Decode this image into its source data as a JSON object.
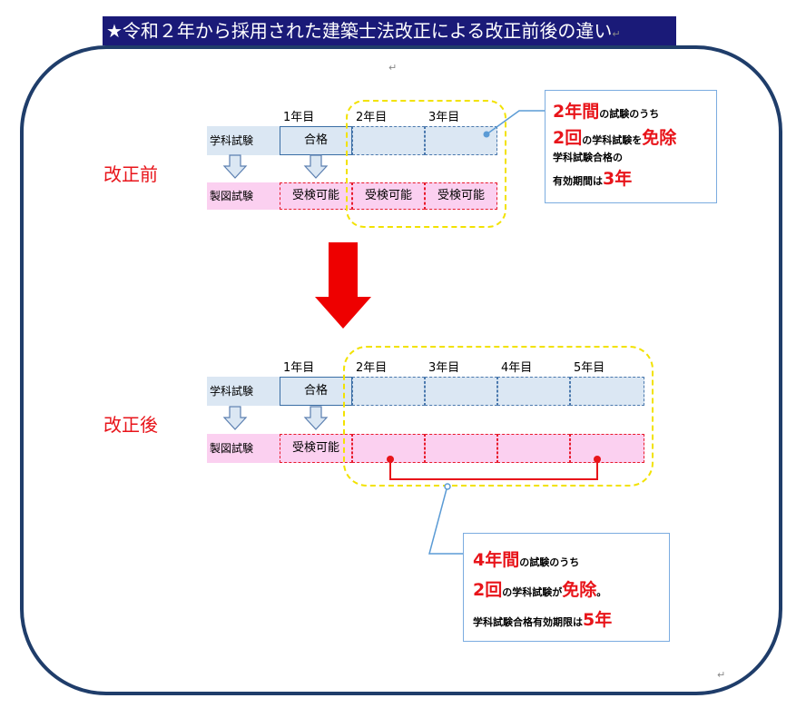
{
  "title": "★令和２年から採用された建築士法改正による改正前後の違い",
  "paragraph_mark": "↵",
  "before": {
    "label": "改正前",
    "years": [
      "1年目",
      "2年目",
      "3年目"
    ],
    "gakka_label": "学科試験",
    "gakka_pass": "合格",
    "seizu_label": "製図試験",
    "seizu_cells": [
      "受検可能",
      "受検可能",
      "受検可能"
    ],
    "note": {
      "line1_big": "2年間",
      "line1_small": "の試験のうち",
      "line2_big": "2回",
      "line2_small": "の学科試験を",
      "line2_big2": "免除",
      "line3": "学科試験合格の",
      "line4_small": "有効期間は",
      "line4_big": "3年"
    }
  },
  "after": {
    "label": "改正後",
    "years": [
      "1年目",
      "2年目",
      "3年目",
      "4年目",
      "5年目"
    ],
    "gakka_label": "学科試験",
    "gakka_pass": "合格",
    "seizu_label": "製図試験",
    "seizu_first": "受検可能",
    "note": {
      "line1_big": "4年間",
      "line1_small": "の試験のうち",
      "line2_big": "2回",
      "line2_small": "の学科試験が",
      "line2_big2": "免除",
      "line2_end": "。",
      "line3_small": "学科試験合格有効期限は",
      "line3_big": "5年"
    }
  },
  "colors": {
    "title_bg": "#1a1a78",
    "frame": "#1f3d6a",
    "accent_red": "#e8141a",
    "highlight_yellow": "#f2e200",
    "light_blue": "#dbe7f3",
    "light_pink": "#fbd0f0"
  }
}
